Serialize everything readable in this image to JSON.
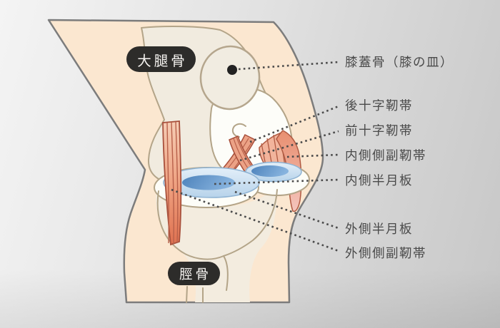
{
  "figure": {
    "type": "knee-joint-anatomy-diagram",
    "bone_tags": {
      "femur": "大腿骨",
      "tibia": "脛骨"
    },
    "annotations": [
      {
        "id": "patella",
        "label": "膝蓋骨（膝の皿）"
      },
      {
        "id": "pcl",
        "label": "後十字靭帯"
      },
      {
        "id": "acl",
        "label": "前十字靭帯"
      },
      {
        "id": "mcl",
        "label": "内側側副靭帯"
      },
      {
        "id": "medial-meniscus",
        "label": "内側半月板"
      },
      {
        "id": "lateral-meniscus",
        "label": "外側半月板"
      },
      {
        "id": "lcl",
        "label": "外側側副靭帯"
      }
    ],
    "colors": {
      "background_start": "#f4f4f4",
      "background_end": "#c7c7c7",
      "skin": "#fbe7d0",
      "skin_outline": "#7c7c7c",
      "bone": "#f1ebdf",
      "bone_outline": "#b3a488",
      "cartilage_white": "#fdfdf9",
      "ligament": "#ec9a79",
      "ligament_outline": "#a8503c",
      "meniscus_light": "#cce0f2",
      "meniscus_dark": "#5b8fc5",
      "label_text": "#4a4a4a",
      "tag_background": "#2d2c2a",
      "tag_text": "#f7f5f2"
    }
  }
}
